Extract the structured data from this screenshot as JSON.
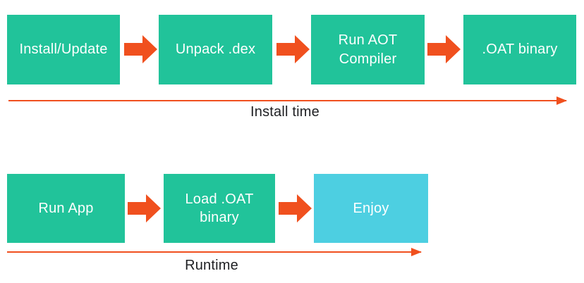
{
  "diagram": {
    "colors": {
      "box_teal": "#21C39A",
      "box_cyan": "#4DCFE1",
      "arrow_orange": "#F0501E",
      "box_text": "#FFFFFF",
      "label_text": "#202124",
      "background": "#FFFFFF"
    },
    "rows": [
      {
        "timeline_label": "Install time",
        "boxes": [
          {
            "label": "Install/Update"
          },
          {
            "label": "Unpack .dex"
          },
          {
            "label": "Run AOT Compiler"
          },
          {
            "label": ".OAT binary"
          }
        ]
      },
      {
        "timeline_label": "Runtime",
        "boxes": [
          {
            "label": "Run App"
          },
          {
            "label": "Load .OAT binary"
          },
          {
            "label": "Enjoy"
          }
        ]
      }
    ]
  }
}
